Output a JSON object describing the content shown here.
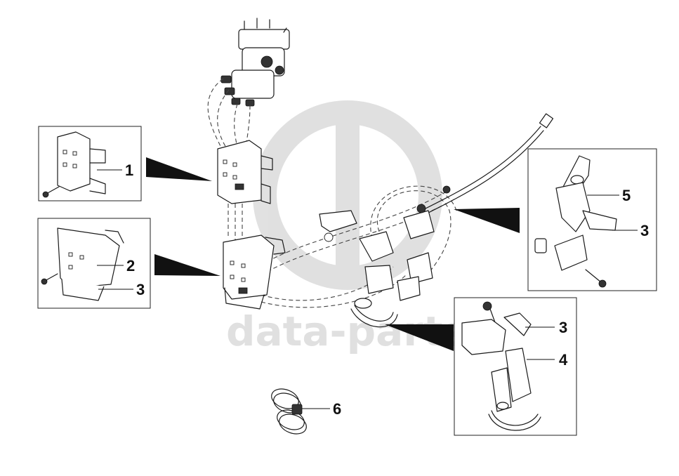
{
  "watermark": {
    "text": "data-parts",
    "color": "#c8c8c8"
  },
  "callouts": [
    {
      "id": "1",
      "label": "1"
    },
    {
      "id": "2",
      "label": "2"
    },
    {
      "id": "3a",
      "label": "3"
    },
    {
      "id": "3b",
      "label": "3"
    },
    {
      "id": "3c",
      "label": "3"
    },
    {
      "id": "4",
      "label": "4"
    },
    {
      "id": "5",
      "label": "5"
    },
    {
      "id": "6",
      "label": "6"
    }
  ],
  "colors": {
    "line": "#1a1a1a",
    "arrow": "#111111",
    "background": "#ffffff"
  }
}
